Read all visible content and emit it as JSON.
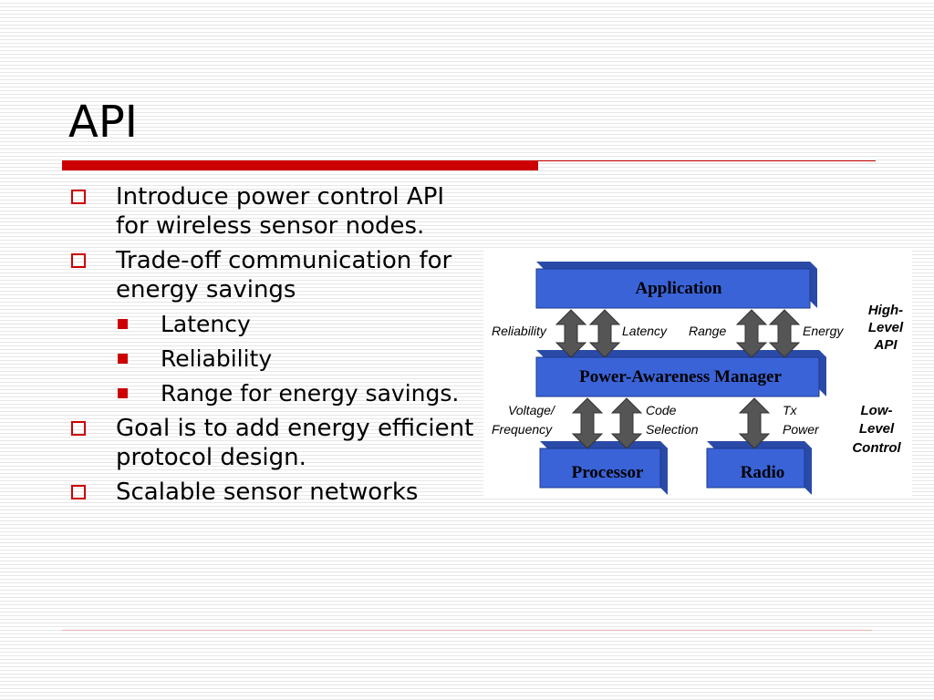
{
  "slide": {
    "title": "API",
    "bullets": [
      {
        "text": "Introduce power control API for wireless sensor nodes."
      },
      {
        "text": "Trade-off communication for energy savings"
      },
      {
        "text": "Latency"
      },
      {
        "text": "Reliability"
      },
      {
        "text": "Range for energy savings."
      },
      {
        "text": "Goal is to add energy efficient protocol design."
      },
      {
        "text": "Scalable sensor networks"
      }
    ]
  },
  "diagram": {
    "boxes": {
      "application": "Application",
      "manager": "Power-Awareness Manager",
      "processor": "Processor",
      "radio": "Radio"
    },
    "labels": {
      "reliability": "Reliability",
      "latency": "Latency",
      "range": "Range",
      "energy": "Energy",
      "voltage_line1": "Voltage/",
      "voltage_line2": "Frequency",
      "code_line1": "Code",
      "code_line2": "Selection",
      "tx_line1": "Tx",
      "tx_line2": "Power"
    },
    "side_labels": {
      "high_line1": "High-",
      "high_line2": "Level",
      "high_line3": "API",
      "low_line1": "Low-",
      "low_line2": "Level",
      "low_line3": "Control"
    },
    "colors": {
      "box_front": "#3a63d8",
      "box_top": "#2a4aa8",
      "arrow": "#555555",
      "accent_red": "#cc0000"
    }
  }
}
